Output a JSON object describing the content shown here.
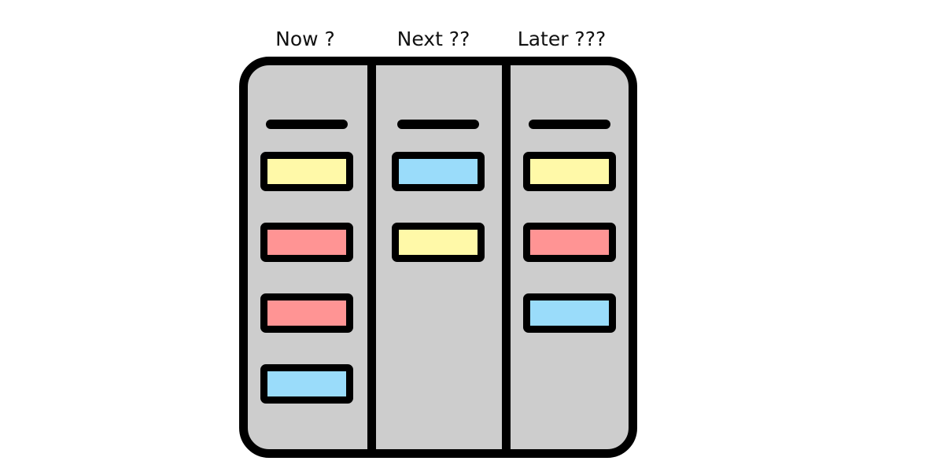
{
  "columns": [
    {
      "title": "Now ?"
    },
    {
      "title": "Next ??"
    },
    {
      "title": "Later ???"
    }
  ],
  "colors": {
    "board_fill": "#cdcdcd",
    "outline": "#000000",
    "yellow": "#fff9a8",
    "red": "#ff9494",
    "blue": "#9adcfa"
  },
  "cards": {
    "now": [
      "yellow",
      "red",
      "red",
      "blue"
    ],
    "next": [
      "blue",
      "yellow"
    ],
    "later": [
      "yellow",
      "red",
      "blue"
    ]
  }
}
